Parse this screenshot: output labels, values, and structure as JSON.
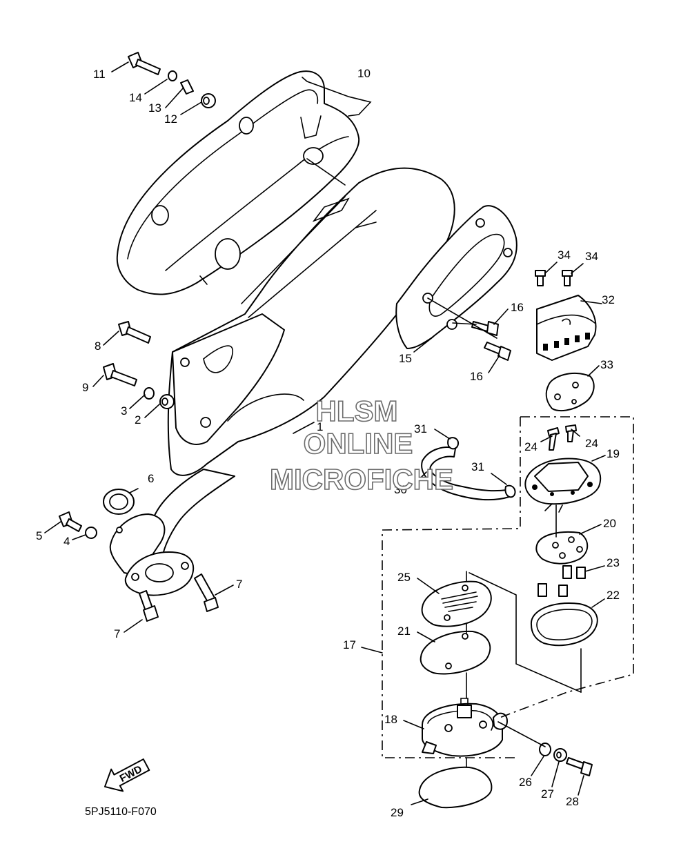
{
  "diagram_code": "5PJ5110-F070",
  "fwd_label": "FWD",
  "watermark": {
    "line1": "HLSM",
    "line2": "ONLINE",
    "line3": "MICROFICHE",
    "color": "#6b6b6b"
  },
  "callouts": [
    "1",
    "2",
    "3",
    "4",
    "5",
    "6",
    "7",
    "7",
    "8",
    "9",
    "10",
    "11",
    "12",
    "13",
    "14",
    "15",
    "16",
    "16",
    "17",
    "18",
    "19",
    "20",
    "21",
    "22",
    "23",
    "24",
    "24",
    "25",
    "26",
    "27",
    "28",
    "29",
    "30",
    "31",
    "31",
    "32",
    "33",
    "34",
    "34"
  ]
}
